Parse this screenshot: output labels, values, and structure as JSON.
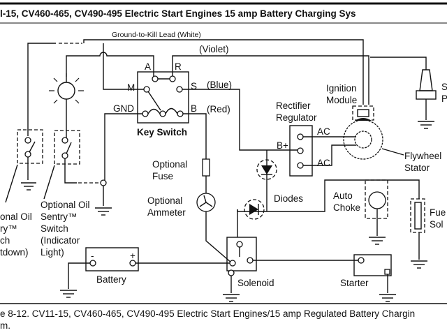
{
  "title": "l-15, CV460-465, CV490-495 Electric Start Engines 15 amp Battery Charging Sys",
  "caption": {
    "line1": "e 8-12. CV11-15, CV460-465, CV490-495 Electric Start Engines/15 amp Regulated Battery Chargin",
    "line2": "m."
  },
  "labels": {
    "ground_kill": "Ground-to-Kill Lead (White)",
    "violet": "(Violet)",
    "blue": "(Blue)",
    "red": "(Red)",
    "term_a": "A",
    "term_r": "R",
    "term_m": "M",
    "term_s": "S",
    "term_gnd": "GND",
    "term_b": "B",
    "key_switch": "Key Switch",
    "rectifier1": "Rectifier",
    "rectifier2": "Regulator",
    "b_plus": "B+",
    "ac1": "AC",
    "ac2": "AC",
    "ignition1": "Ignition",
    "ignition2": "Module",
    "flywheel1": "Flywheel",
    "flywheel2": "Stator",
    "spark1": "S",
    "spark2": "P",
    "fuse1": "Optional",
    "fuse2": "Fuse",
    "ammeter1": "Optional",
    "ammeter2": "Ammeter",
    "diodes": "Diodes",
    "choke1": "Auto",
    "choke2": "Choke",
    "fuel1": "Fue",
    "fuel2": "Sol",
    "oil_left": [
      "onal Oil",
      "ry™",
      "ch",
      "tdown)"
    ],
    "oil_right": [
      "Optional Oil",
      "Sentry™",
      "Switch",
      "(Indicator",
      "Light)"
    ],
    "battery": "Battery",
    "battery_minus": "-",
    "battery_plus": "+",
    "solenoid": "Solenoid",
    "starter": "Starter"
  }
}
